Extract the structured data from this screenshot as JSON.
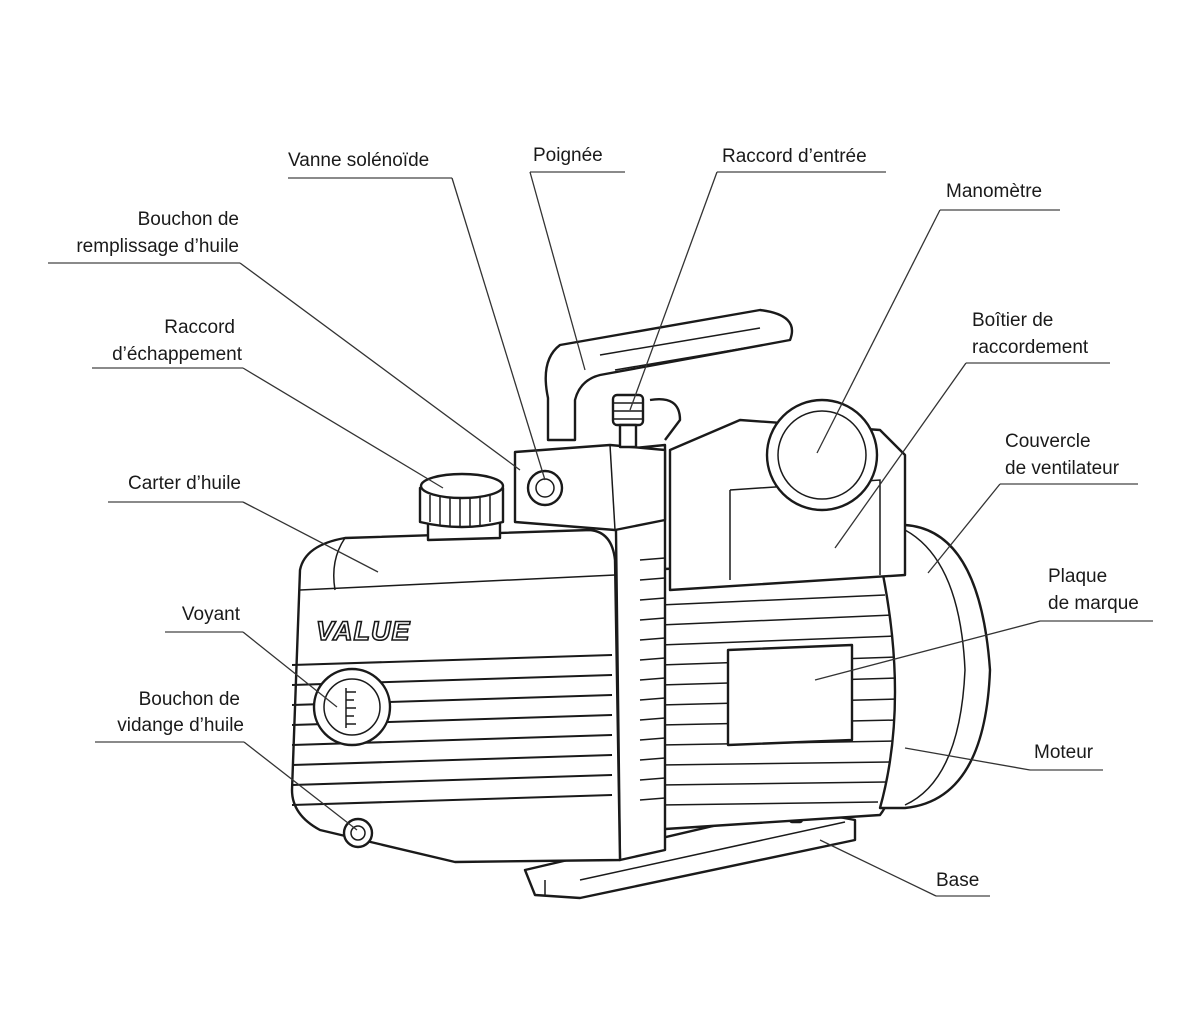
{
  "diagram": {
    "brand_label": "VALUE",
    "labels": {
      "vanne_solenoide": "Vanne solénoïde",
      "poignee": "Poignée",
      "raccord_entree": "Raccord d’entrée",
      "manometre": "Manomètre",
      "bouchon_remplissage_1": "Bouchon de",
      "bouchon_remplissage_2": "remplissage d’huile",
      "raccord_echappement_1": "Raccord",
      "raccord_echappement_2": "d’échappement",
      "boitier_1": "Boîtier de",
      "boitier_2": "raccordement",
      "couvercle_1": "Couvercle",
      "couvercle_2": "de ventilateur",
      "carter": "Carter d’huile",
      "plaque_1": "Plaque",
      "plaque_2": "de marque",
      "voyant": "Voyant",
      "bouchon_vidange_1": "Bouchon de",
      "bouchon_vidange_2": "vidange d’huile",
      "moteur": "Moteur",
      "base": "Base"
    }
  }
}
